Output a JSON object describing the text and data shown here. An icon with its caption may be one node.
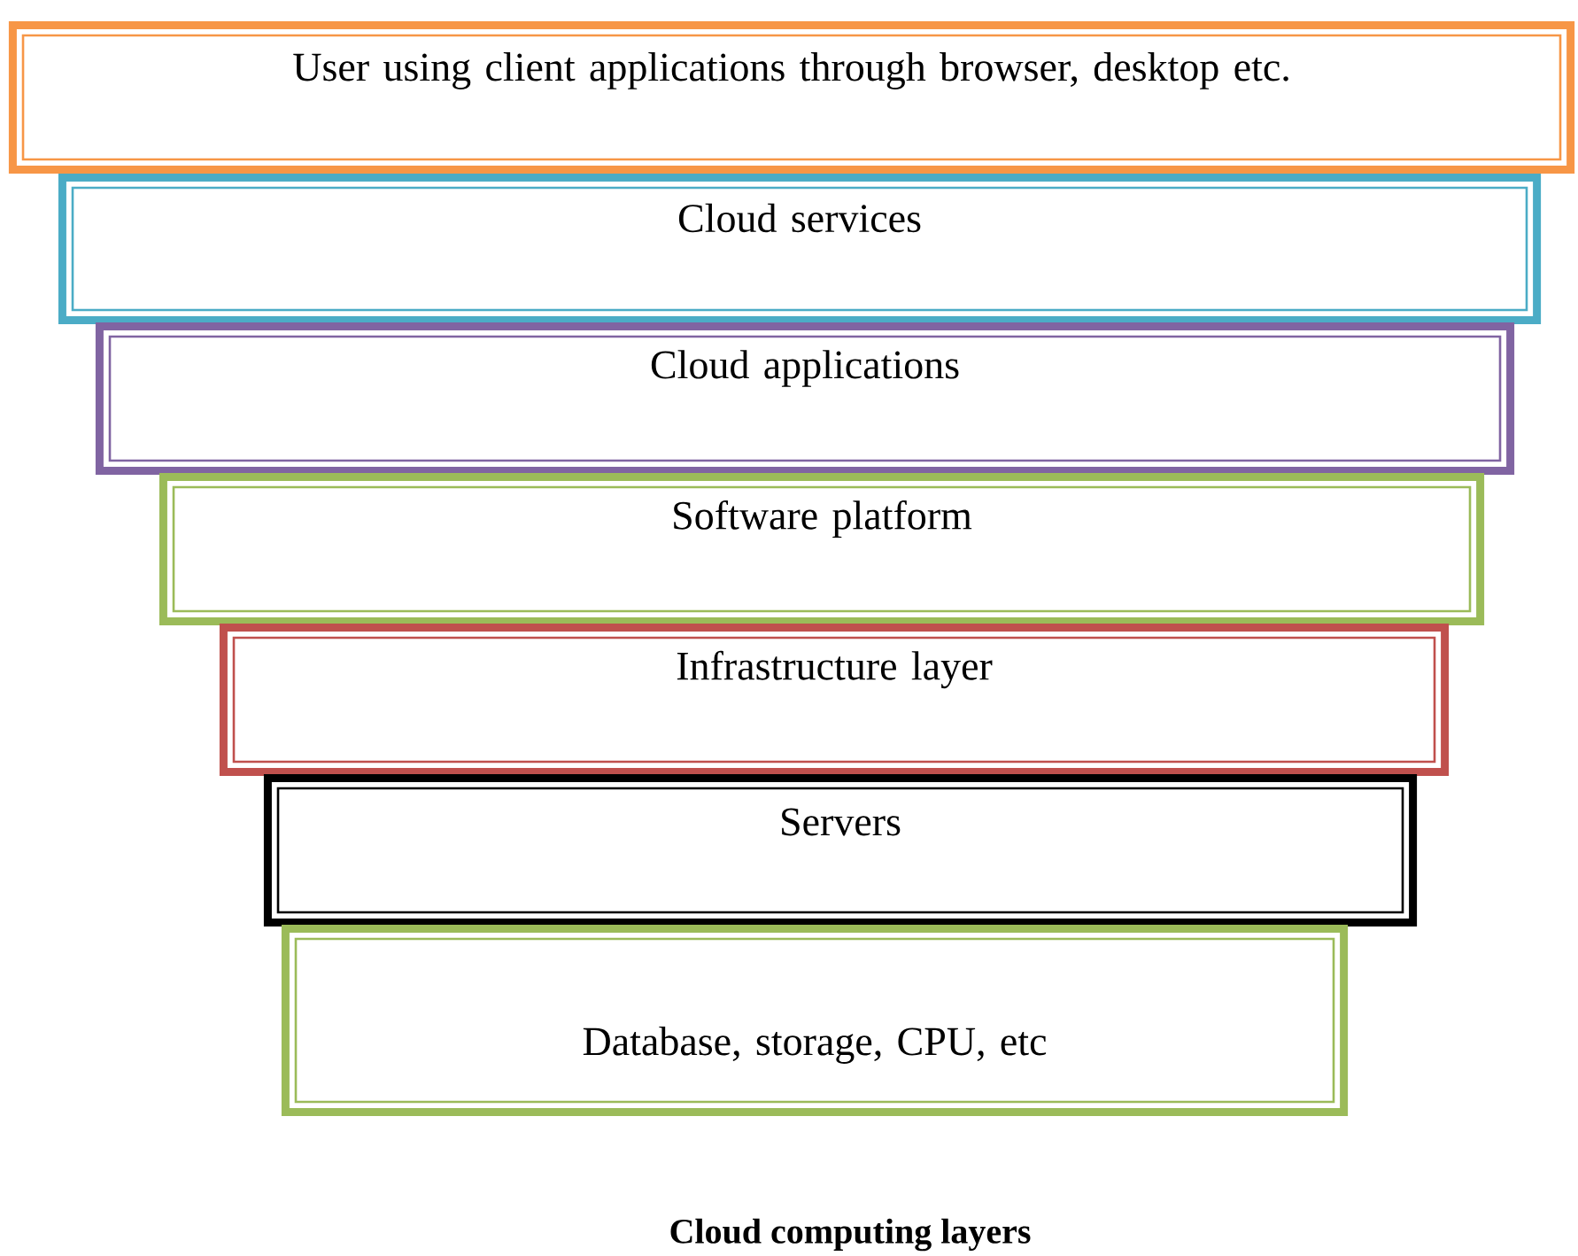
{
  "diagram": {
    "caption": "Cloud computing layers",
    "nodes": [
      {
        "text": [
          "User using client applications through browser, desktop etc."
        ]
      },
      {
        "text": [
          "Cloud services"
        ]
      },
      {
        "text": [
          "Cloud applications"
        ]
      },
      {
        "text": [
          "Software platform"
        ]
      },
      {
        "text": [
          "Infrastructure layer"
        ]
      },
      {
        "text": [
          "Servers"
        ]
      },
      {
        "text": [
          "Database, storage, CPU, etc"
        ]
      }
    ]
  }
}
